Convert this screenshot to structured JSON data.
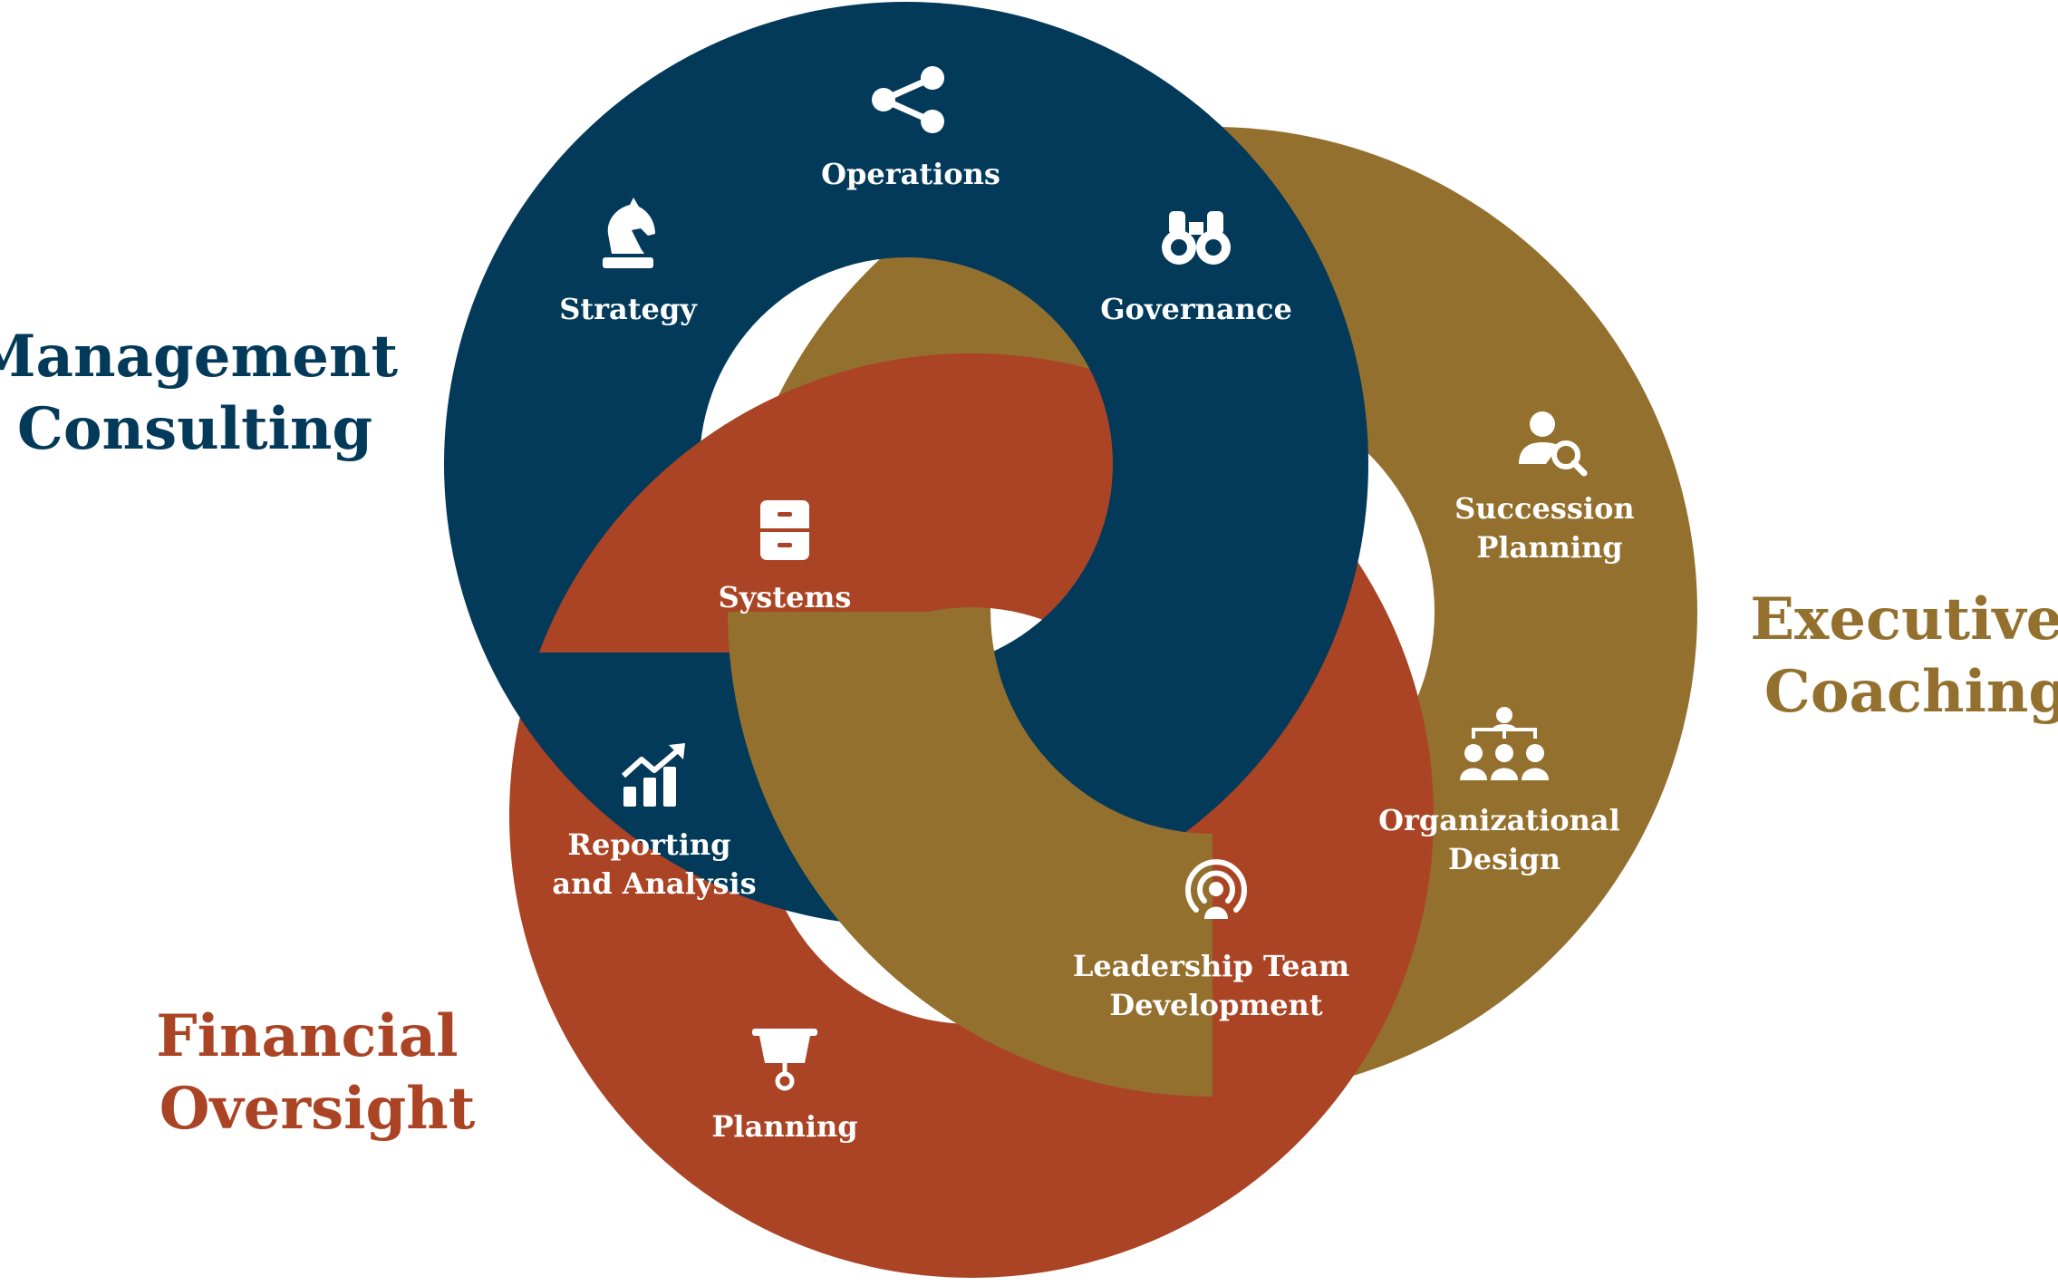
{
  "colors": {
    "management": "#033a5a",
    "executive": "#94702e",
    "financial": "#aa4425",
    "background": "#ffffff",
    "icon": "#ffffff"
  },
  "titles": {
    "management": [
      "Management",
      "Consulting"
    ],
    "executive": [
      "Executive",
      "Coaching"
    ],
    "financial": [
      "Financial",
      "Oversight"
    ]
  },
  "items": {
    "operations": {
      "lines": [
        "Operations"
      ],
      "icon": "share-icon"
    },
    "strategy": {
      "lines": [
        "Strategy"
      ],
      "icon": "chess-knight-icon"
    },
    "governance": {
      "lines": [
        "Governance"
      ],
      "icon": "binoculars-icon"
    },
    "systems": {
      "lines": [
        "Systems"
      ],
      "icon": "file-cabinet-icon"
    },
    "reporting": {
      "lines": [
        "Reporting",
        "and Analysis"
      ],
      "icon": "chart-growth-icon"
    },
    "planning": {
      "lines": [
        "Planning"
      ],
      "icon": "presentation-board-icon"
    },
    "succession": {
      "lines": [
        "Succession",
        "Planning"
      ],
      "icon": "user-search-icon"
    },
    "organizational": {
      "lines": [
        "Organizational",
        "Design"
      ],
      "icon": "org-chart-icon"
    },
    "leadership": {
      "lines": [
        "Leadership Team",
        "Development"
      ],
      "icon": "broadcast-user-icon"
    }
  }
}
